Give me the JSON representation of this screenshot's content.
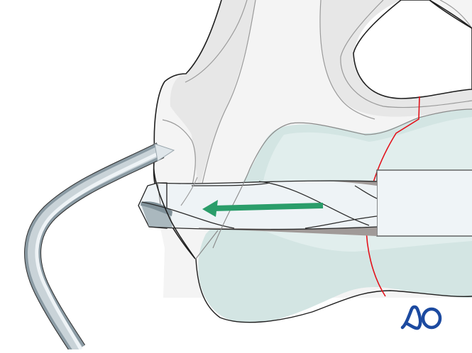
{
  "illustration": {
    "subject": "drill passing through bone with drill sleeve",
    "logo_text": "AO",
    "colors": {
      "background": "#ffffff",
      "bone_outer": "#f4f4f4",
      "bone_shade": "#e7e7e7",
      "soft_tissue": "#d3e5e3",
      "soft_tissue_light": "#e1eeed",
      "drill_body": "#eef3f6",
      "drill_tip_dark": "#7f9098",
      "drill_tip_light": "#aab8be",
      "drill_flute_gap": "#a09a98",
      "sleeve": "#eff4f7",
      "outline": "#1f1f1f",
      "inner_line": "#9a9a9a",
      "fracture_line": "#e3121b",
      "arrow": "#2a9d6a",
      "logo": "#1c4aa0",
      "wire_dark": "#8b9ba4",
      "wire_light": "#eef3f6"
    },
    "arrow_direction": "left"
  }
}
